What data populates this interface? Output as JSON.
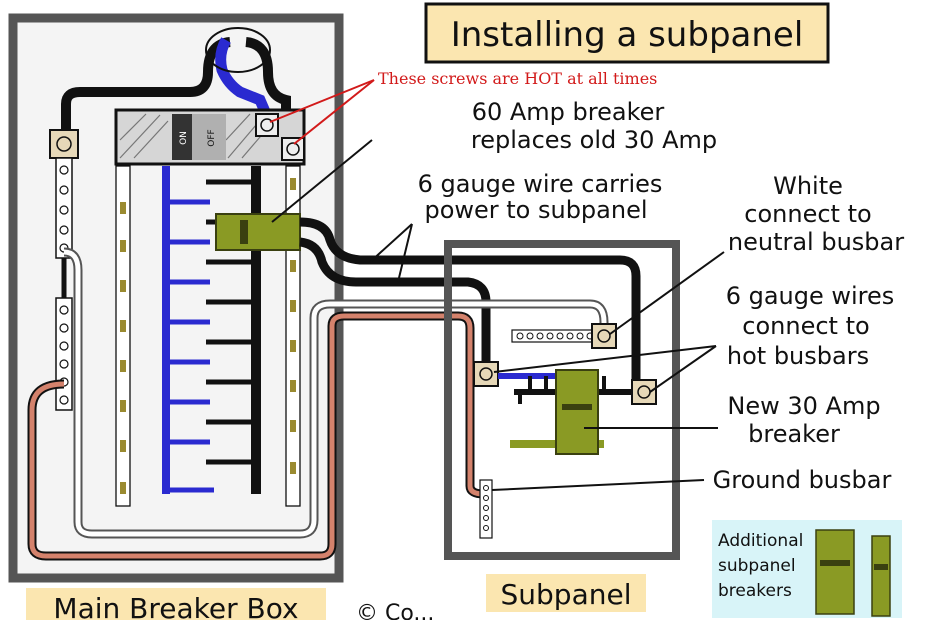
{
  "title": "Installing a subpanel",
  "labels": {
    "hot_screws": "These screws are HOT at all times",
    "breaker_60_l1": "60 Amp breaker",
    "breaker_60_l2": "replaces old 30 Amp",
    "wire_l1": "6 gauge wire carries",
    "wire_l2": "power to subpanel",
    "white_l1": "White",
    "white_l2": "connect to",
    "white_l3": "neutral busbar",
    "hot_l1": "6 gauge wires",
    "hot_l2": "connect to",
    "hot_l3": "hot busbars",
    "new30_l1": "New 30 Amp",
    "new30_l2": "breaker",
    "ground": "Ground busbar",
    "addl_l1": "Additional",
    "addl_l2": "subpanel",
    "addl_l3": "breakers",
    "main_box": "Main Breaker Box",
    "subpanel": "Subpanel",
    "copyright": "© Co..."
  },
  "breaker_switch": {
    "on": "ON",
    "off": "OFF"
  },
  "colors": {
    "panel_frame": "#555555",
    "panel_fill": "#f4f4f4",
    "breaker_green": "#8a9a24",
    "neutral_blue": "#2a2ad0",
    "ground_copper": "#d4826c",
    "hot_wire": "#111111",
    "title_bg": "#fbe6b0",
    "inset_bg": "#d8f4f8",
    "callout_red": "#d21a1a"
  }
}
